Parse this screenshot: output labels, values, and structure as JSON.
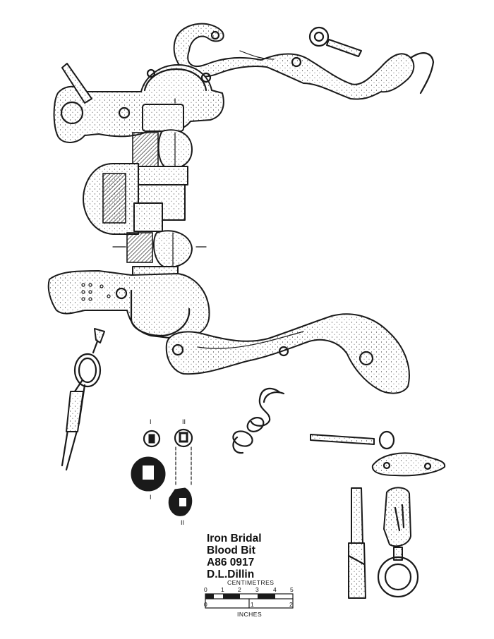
{
  "caption": {
    "line1": "Iron Bridal",
    "line2": "Blood Bit",
    "line3": "A86  0917",
    "line4": "D.L.Dillin"
  },
  "scale_bar": {
    "top_unit": "CENTIMETRES",
    "top_ticks": [
      "0",
      "1",
      "2",
      "3",
      "4",
      "5"
    ],
    "bottom_unit": "INCHES",
    "bottom_ticks": [
      "0",
      "1",
      "2"
    ]
  },
  "section_marks": {
    "mark_1": "I",
    "mark_2": "II"
  }
}
